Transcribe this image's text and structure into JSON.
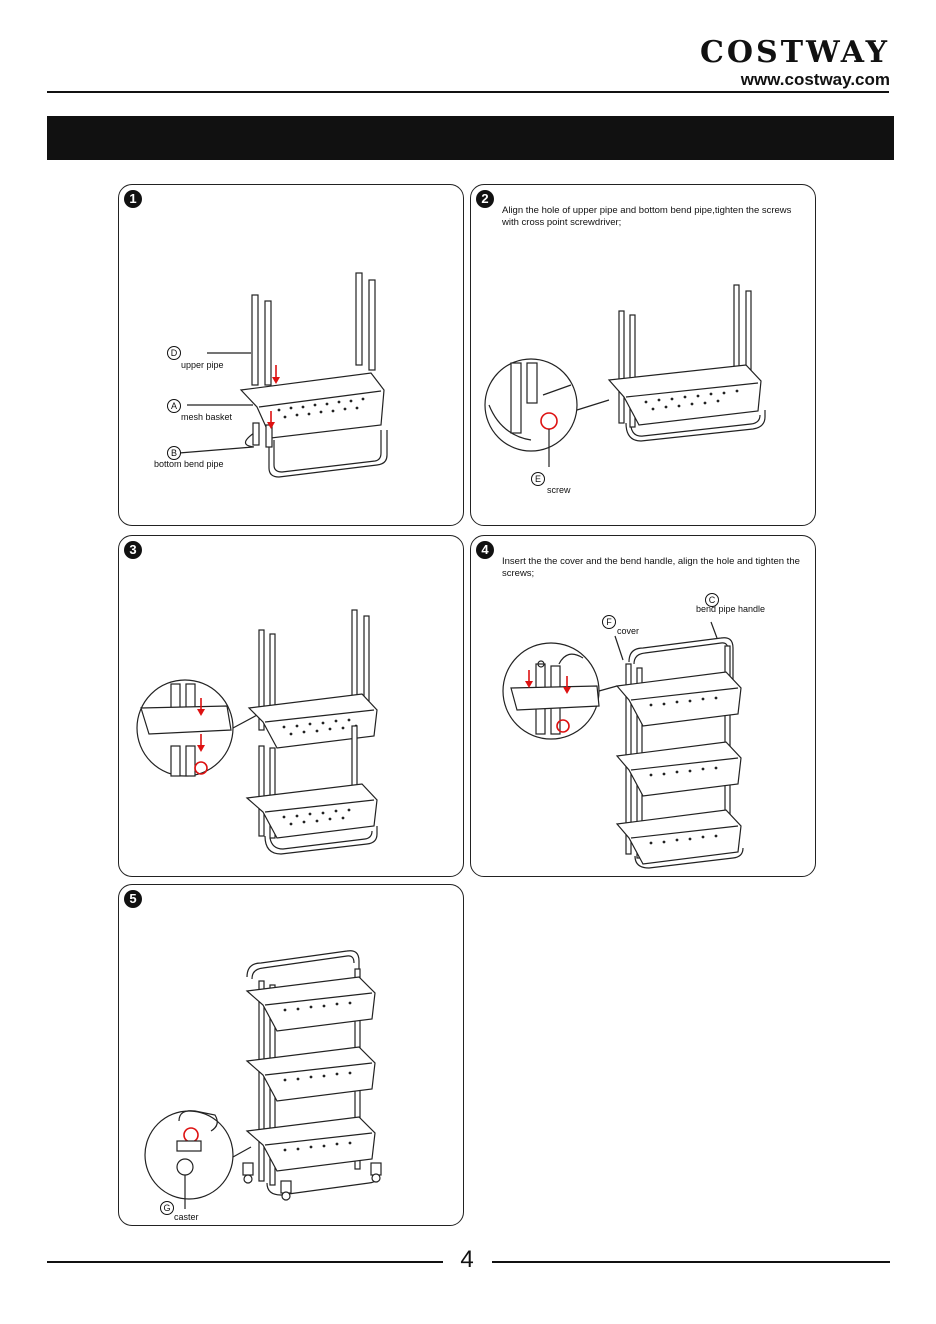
{
  "header": {
    "brand": "COSTWAY",
    "url": "www.costway.com"
  },
  "steps": [
    {
      "number": "1",
      "instruction": "",
      "callouts": [
        {
          "letter": "D",
          "label": "upper pipe"
        },
        {
          "letter": "A",
          "label": "mesh basket"
        },
        {
          "letter": "B",
          "label": "bottom bend pipe"
        }
      ]
    },
    {
      "number": "2",
      "instruction": "Align the hole of upper pipe and bottom bend pipe,tighten the screws with cross point screwdriver;",
      "callouts": [
        {
          "letter": "E",
          "label": "screw"
        }
      ]
    },
    {
      "number": "3",
      "instruction": "",
      "callouts": []
    },
    {
      "number": "4",
      "instruction": "Insert the the cover and the bend handle, align the hole and tighten the screws;",
      "callouts": [
        {
          "letter": "C",
          "label": "bend pipe handle"
        },
        {
          "letter": "F",
          "label": "cover"
        }
      ]
    },
    {
      "number": "5",
      "instruction": "",
      "callouts": [
        {
          "letter": "G",
          "label": "caster"
        }
      ]
    }
  ],
  "footer": {
    "page_number": "4"
  }
}
